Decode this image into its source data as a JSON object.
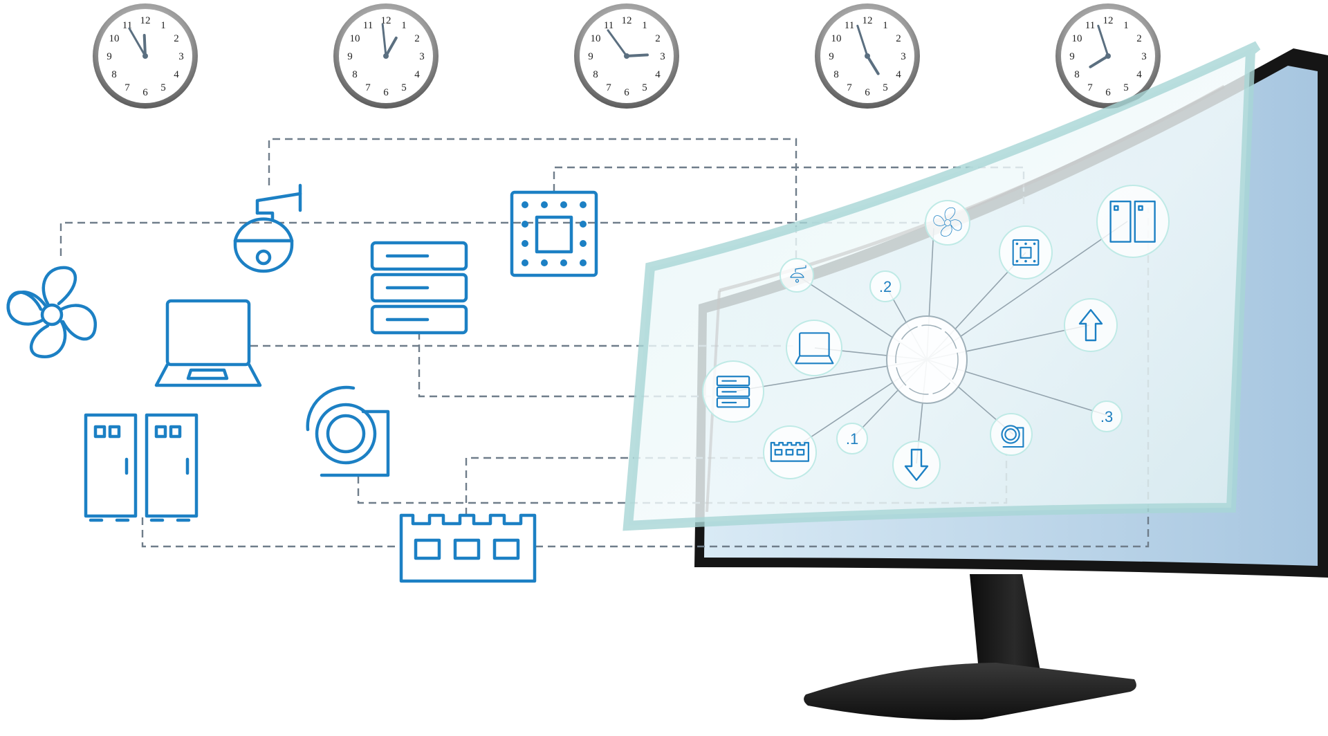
{
  "clocks": [
    {
      "name": "clock-1",
      "hour": 11.0,
      "minute": 55
    },
    {
      "name": "clock-2",
      "hour": 12.0,
      "minute": 59
    },
    {
      "name": "clock-3",
      "hour": 2.0,
      "minute": 54
    },
    {
      "name": "clock-4",
      "hour": 4.0,
      "minute": 57
    },
    {
      "name": "clock-5",
      "hour": 7.0,
      "minute": 57
    }
  ],
  "clock_numerals": [
    "12",
    "1",
    "2",
    "3",
    "4",
    "5",
    "6",
    "7",
    "8",
    "9",
    "10",
    "11"
  ],
  "hub_labels": {
    "one": ".1",
    "two": ".2",
    "three": ".3"
  },
  "colors": {
    "device_icons": "#1c80c4",
    "dashed_connectors": "#6f7d8a",
    "clock_rim": "#8a8a8a",
    "screen_glass": "#bfe3e8",
    "monitor_body": "#1a1a1a"
  },
  "devices": [
    "fan-icon",
    "security-camera-icon",
    "laptop-icon",
    "server-rack-icon",
    "chip-icon",
    "electrical-cabinet-icon",
    "blower-icon",
    "memory-module-icon"
  ],
  "screen_icons": [
    "camera-icon",
    "fan-icon",
    "chip-icon",
    "cabinet-icon",
    "up-arrow-icon",
    "laptop-icon",
    "server-icon",
    "memory-icon",
    "down-arrow-icon",
    "blower-icon"
  ]
}
